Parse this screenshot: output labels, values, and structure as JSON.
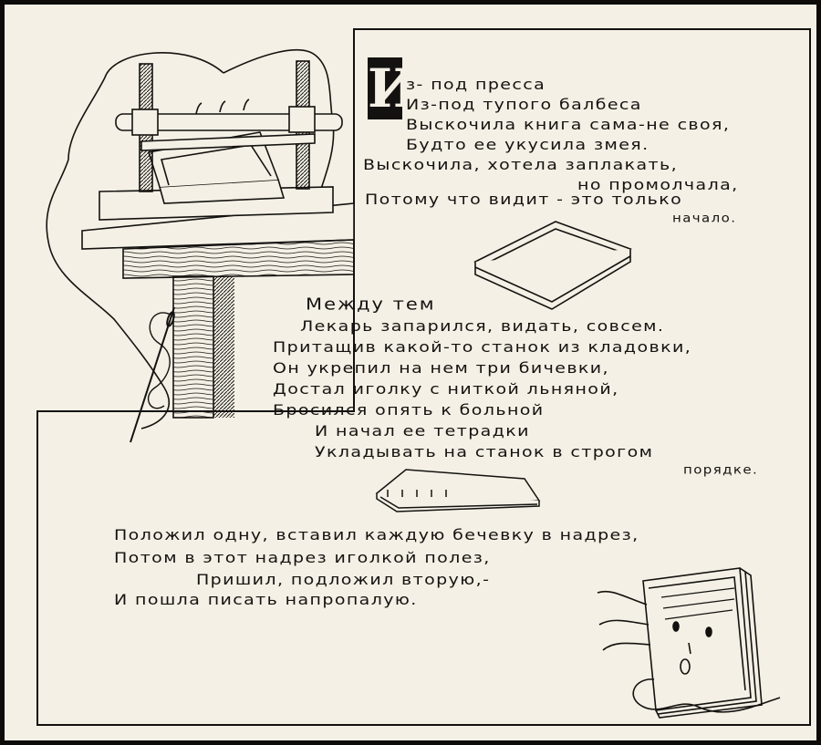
{
  "stanza1": {
    "drop_cap": "И",
    "lines": [
      "з- под пресса",
      "Из-под тупого балбеса",
      "Выскочила книга сама-не своя,",
      "Будто ее укусила змея.",
      "Выскочила, хотела заплакать,",
      "но промолчала,",
      "Потому что видит - это только",
      "начало."
    ]
  },
  "stanza2": {
    "lines": [
      "Между тем",
      "Лекарь запарился, видать, совсем.",
      "Притащив какой-то станок из кладовки,",
      "Он укрепил на нем три бичевки,",
      "Достал иголку с ниткой льняной,",
      "Бросился опять к больной",
      "И начал ее тетрадки",
      "Укладывать на станок в строгом",
      "порядке."
    ]
  },
  "stanza3": {
    "lines": [
      "Положил одну, вставил каждую бечевку в надрез,",
      "Потом в этот надрез иголкой полез,",
      "Пришил, подложил вторую,-",
      "И пошла писать напропалую."
    ]
  },
  "colors": {
    "ink": "#151210",
    "paper": "#f4f0e5"
  }
}
